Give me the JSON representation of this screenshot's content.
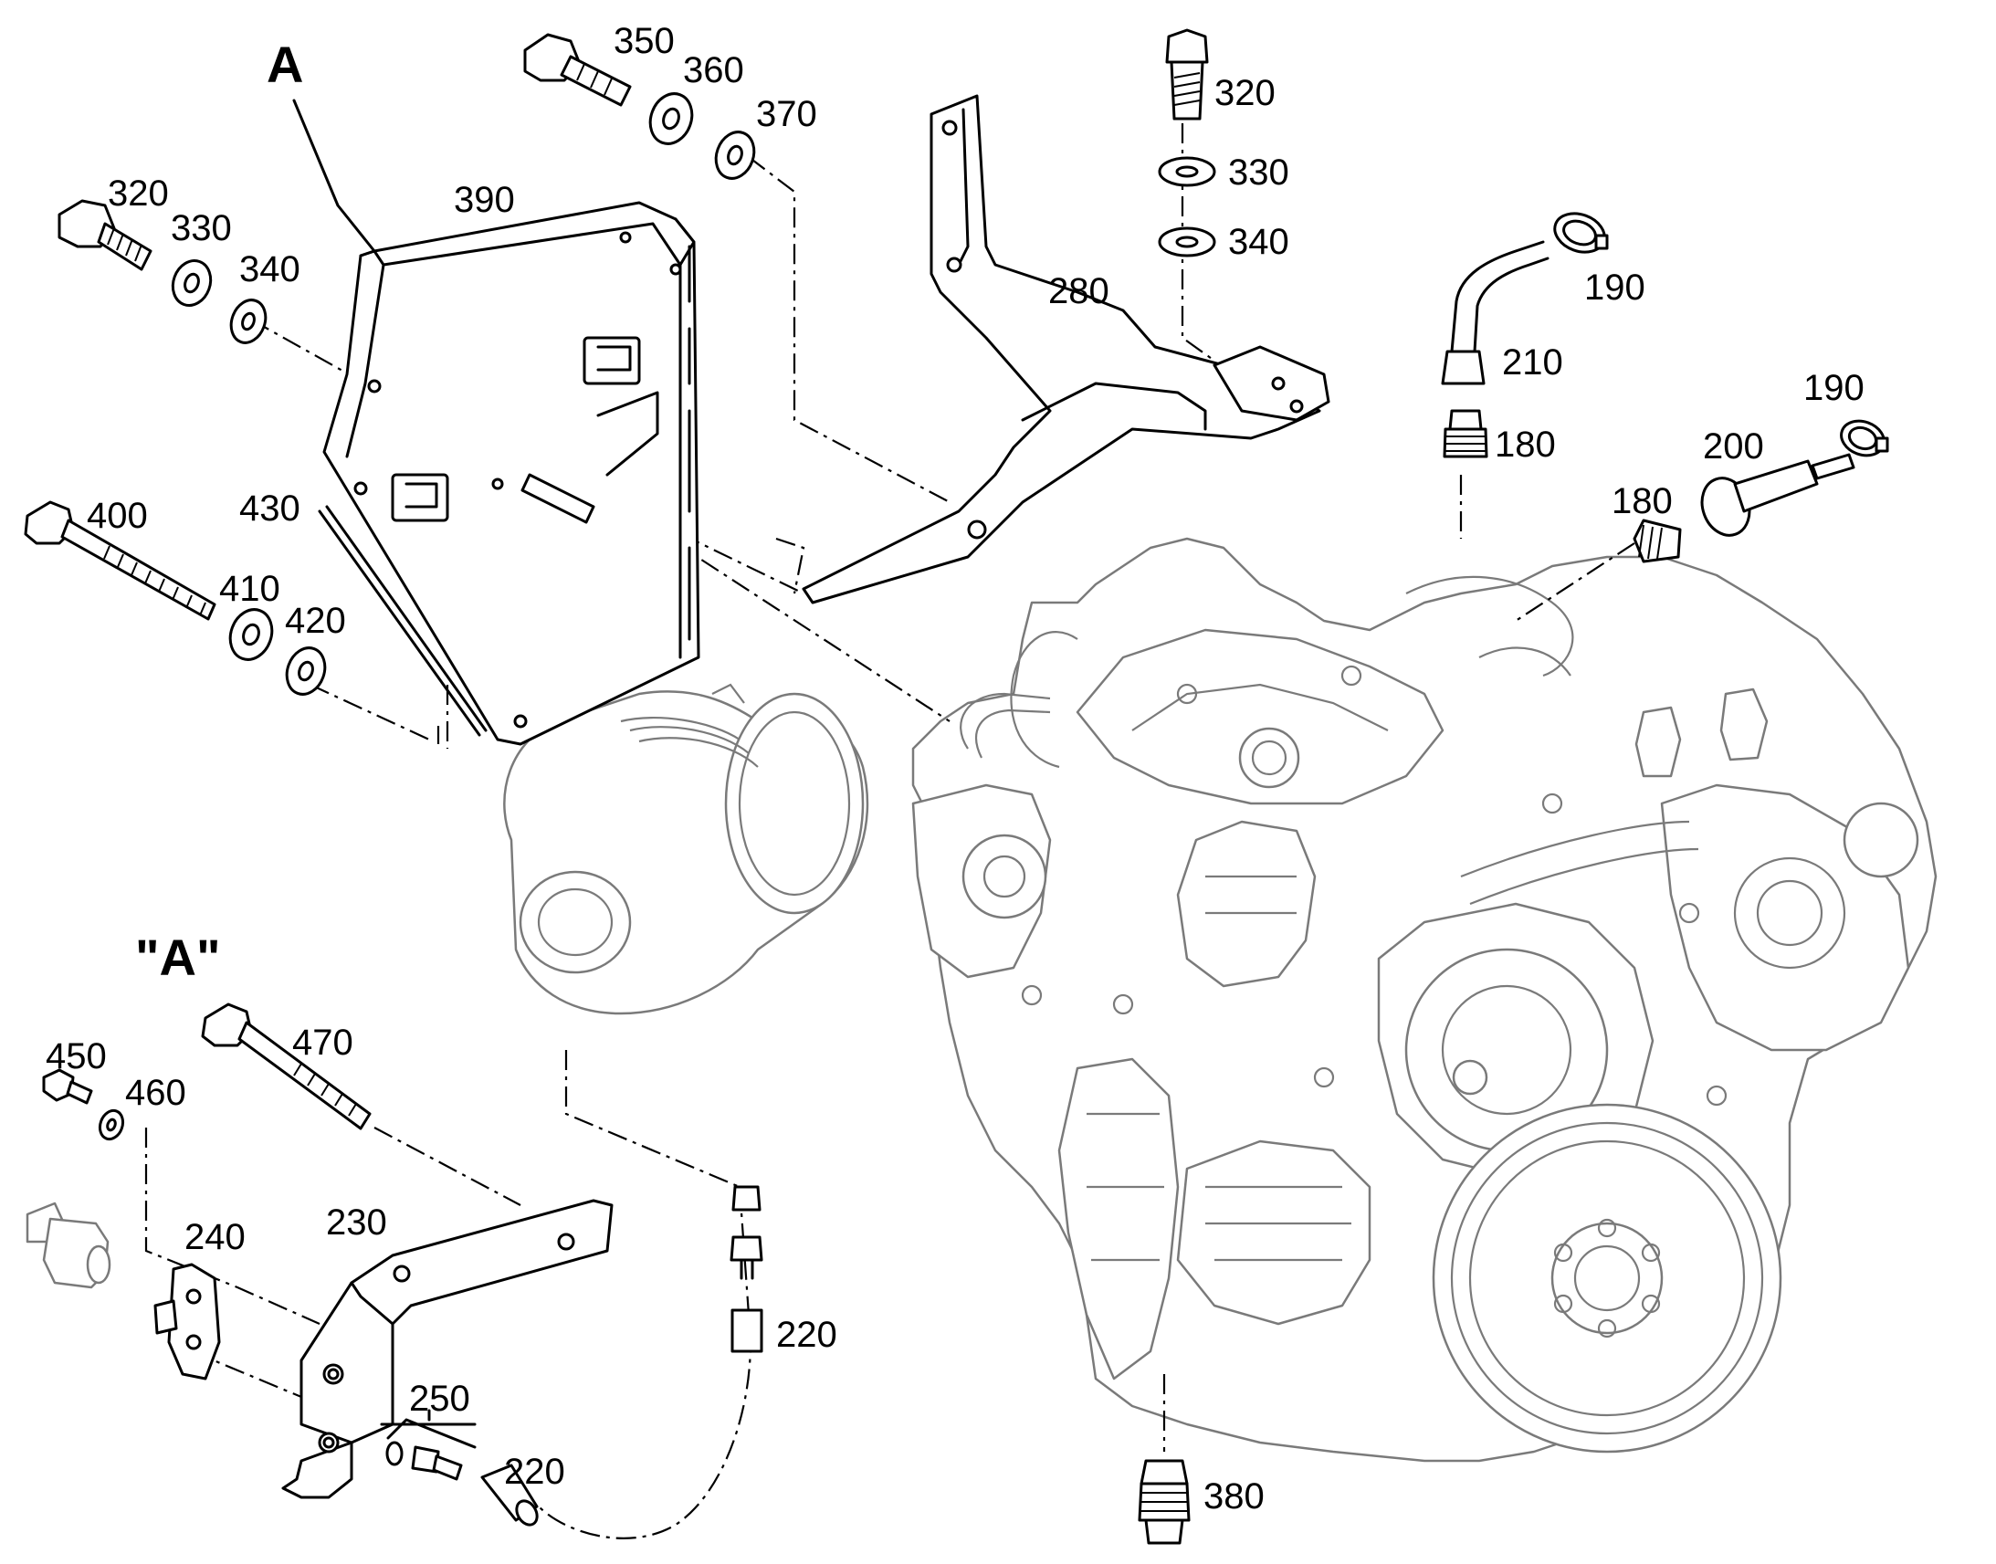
{
  "view_title": "A",
  "detail_title": "\"A\"",
  "callouts": {
    "p180a": "180",
    "p180b": "180",
    "p190a": "190",
    "p190b": "190",
    "p200": "200",
    "p210": "210",
    "p220a": "220",
    "p220b": "220",
    "p230": "230",
    "p240": "240",
    "p250": "250",
    "p280": "280",
    "p320a": "320",
    "p320b": "320",
    "p330a": "330",
    "p330b": "330",
    "p340a": "340",
    "p340b": "340",
    "p350": "350",
    "p360": "360",
    "p370": "370",
    "p380": "380",
    "p390": "390",
    "p400": "400",
    "p410": "410",
    "p420": "420",
    "p430": "430",
    "p450": "450",
    "p460": "460",
    "p470": "470"
  }
}
